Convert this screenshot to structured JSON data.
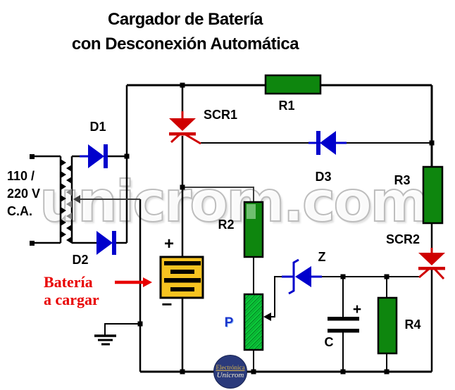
{
  "title": {
    "line1": "Cargador de Batería",
    "line2": "con Desconexión Automática"
  },
  "source": {
    "line1": "110 /",
    "line2": "220 V",
    "line3": "C.A."
  },
  "components": {
    "d1": "D1",
    "d2": "D2",
    "d3": "D3",
    "r1": "R1",
    "r2": "R2",
    "r3": "R3",
    "r4": "R4",
    "scr1": "SCR1",
    "scr2": "SCR2",
    "p": "P",
    "z": "Z",
    "c": "C"
  },
  "battery": {
    "plus": "+",
    "minus": "−",
    "label1": "Batería",
    "label2": "a cargar"
  },
  "capacitor": {
    "plus": "+"
  },
  "watermark": "unicrom.com",
  "logo": {
    "line1": "Electrónica",
    "line2": "Unicrom"
  },
  "colors": {
    "wire": "#000000",
    "branch_wire_gray": "#3d3d3d",
    "resistor_green": "#0e860e",
    "pot_green": "#0acb39",
    "diode_blue": "#0000cc",
    "scr_red": "#cf0000",
    "battery_yellow": "#f6c320",
    "battery_label_red": "#e80000",
    "p_label_blue": "#1a35cc",
    "logo_navy": "#2a3a7b",
    "logo_gold": "#d9b44a",
    "watermark_gray": "#bdbdbd"
  }
}
